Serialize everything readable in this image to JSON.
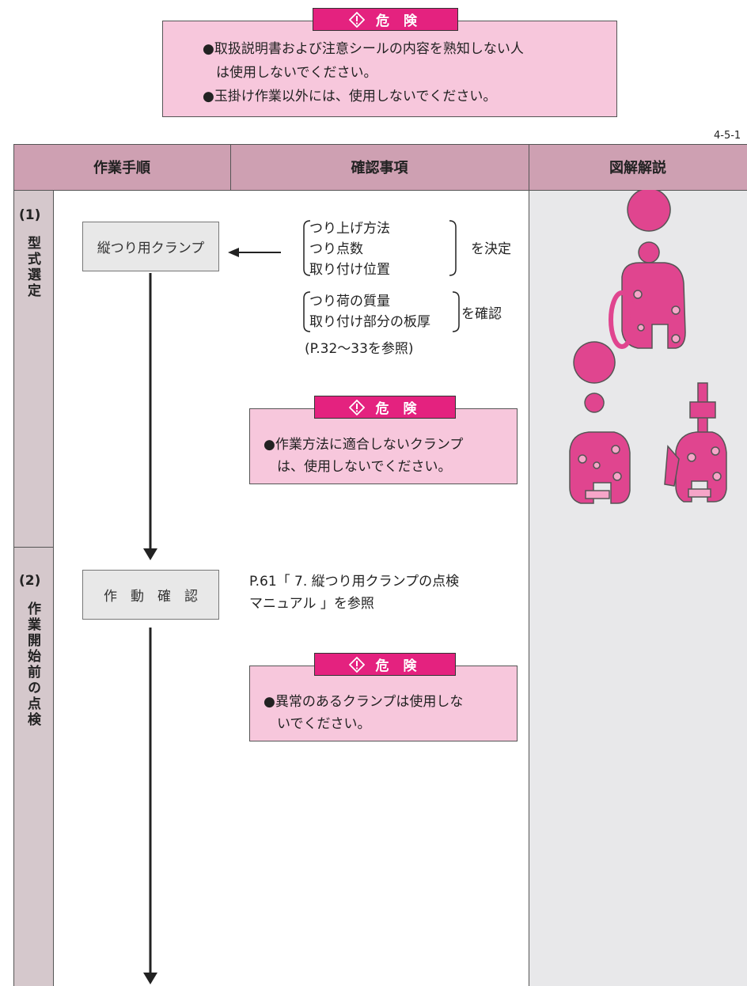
{
  "top_warning": {
    "badge": "危 険",
    "lines": [
      "●取扱説明書および注意シールの内容を熟知しない人",
      "　は使用しないでください。",
      "●玉掛け作業以外には、使用しないでください。"
    ]
  },
  "page_number": "4-5-1",
  "table": {
    "headers": [
      "作業手順",
      "確認事項",
      "図解解説"
    ],
    "steps": [
      {
        "num": "(1)",
        "title": "型式選定"
      },
      {
        "num": "(2)",
        "title": "作業開始前の点検"
      }
    ]
  },
  "step1": {
    "proc_label": "縦つり用クランプ",
    "group1_items": [
      "つり上げ方法",
      "つり点数",
      "取り付け位置"
    ],
    "group1_suffix": "を決定",
    "group2_items": [
      "つり荷の質量",
      "取り付け部分の板厚"
    ],
    "group2_suffix": "を確認",
    "reference": "(P.32〜33を参照)",
    "warning": {
      "badge": "危 険",
      "lines": [
        "●作業方法に適合しないクランプ",
        "　は、使用しないでください。"
      ]
    }
  },
  "step2": {
    "proc_label": "作　動　確　認",
    "ref_lines": [
      "P.61「 7. 縦つり用クランプの点検",
      "マニュアル 」を参照"
    ],
    "warning": {
      "badge": "危 険",
      "lines": [
        "●異常のあるクランプは使用しな",
        "　いでください。"
      ]
    }
  },
  "colors": {
    "badge": "#e4227f",
    "box_fill": "#f7c7dc",
    "header": "#cea0b2",
    "left_col": "#d5c8cc",
    "right_col": "#e8e8ea",
    "clamp": "#e0458f"
  }
}
